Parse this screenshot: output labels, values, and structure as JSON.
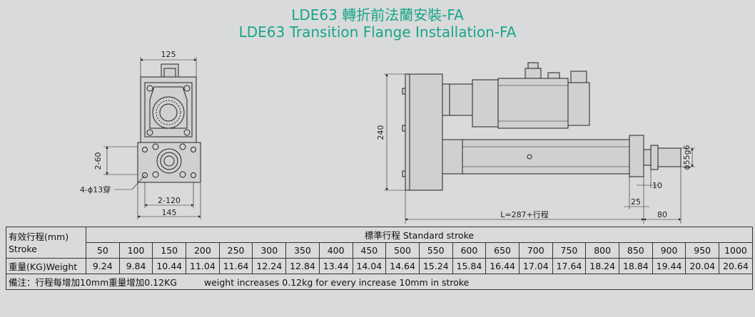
{
  "title": {
    "cn": "LDE63 轉折前法蘭安裝-FA",
    "en": "LDE63 Transition  Flange Installation-FA"
  },
  "drawing": {
    "front": {
      "dims": [
        "125",
        "2-60",
        "4-ϕ13穿",
        "2-120",
        "145"
      ]
    },
    "side": {
      "dims": [
        "240",
        "ϕ55g6",
        "10",
        "25",
        "L=287+行程",
        "80"
      ]
    }
  },
  "table": {
    "stroke_label_cn": "有效行程(mm)",
    "stroke_label_en": "Stroke",
    "header": "標準行程   Standard stroke",
    "weight_label": "重量(KG)Weight",
    "strokes": [
      "50",
      "100",
      "150",
      "200",
      "250",
      "300",
      "350",
      "400",
      "450",
      "500",
      "550",
      "600",
      "650",
      "700",
      "750",
      "800",
      "850",
      "900",
      "950",
      "1000"
    ],
    "weights": [
      "9.24",
      "9.84",
      "10.44",
      "11.04",
      "11.64",
      "12.24",
      "12.84",
      "13.44",
      "14.04",
      "14.64",
      "15.24",
      "15.84",
      "16.44",
      "17.04",
      "17.64",
      "18.24",
      "18.84",
      "19.44",
      "20.04",
      "20.64"
    ],
    "note_cn": "備注：行程每增加10mm重量增加0.12KG",
    "note_en": "weight increases 0.12kg for every increase 10mm in stroke"
  }
}
